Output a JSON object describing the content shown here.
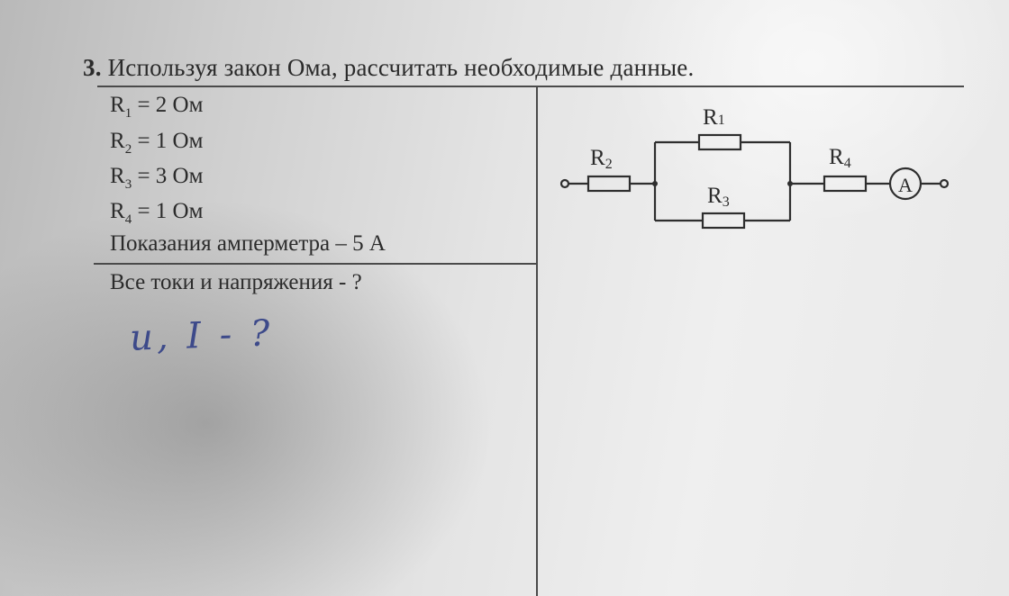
{
  "problem": {
    "number": "3.",
    "statement": "Используя закон Ома, рассчитать необходимые данные."
  },
  "given": [
    {
      "symbol": "R",
      "index": "1",
      "value": "= 2 Ом"
    },
    {
      "symbol": "R",
      "index": "2",
      "value": "= 1 Ом"
    },
    {
      "symbol": "R",
      "index": "3",
      "value": "= 3 Ом"
    },
    {
      "symbol": "R",
      "index": "4",
      "value": "= 1 Ом"
    }
  ],
  "ammeter_reading": "Показания амперметра – 5 А",
  "question": "Все токи и напряжения - ?",
  "handwritten_note": "u, I - ?",
  "circuit": {
    "labels": {
      "r1": {
        "symbol": "R",
        "index": "1"
      },
      "r2": {
        "symbol": "R",
        "index": "2"
      },
      "r3": {
        "symbol": "R",
        "index": "3"
      },
      "r4": {
        "symbol": "R",
        "index": "4"
      },
      "ammeter": "A"
    }
  }
}
